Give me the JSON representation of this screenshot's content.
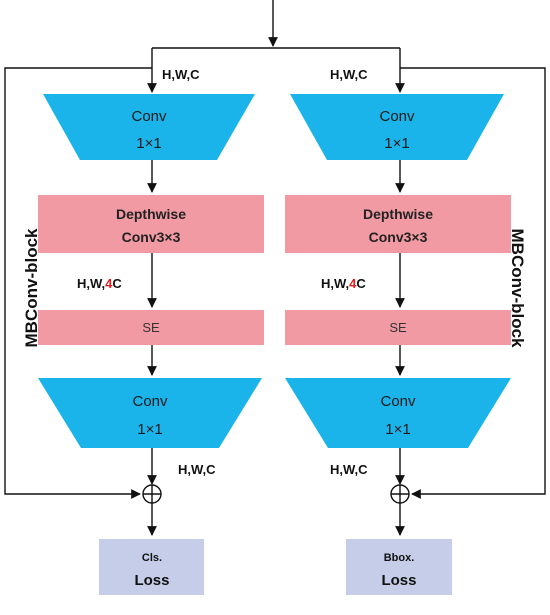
{
  "colors": {
    "conv": "#1ab3ea",
    "depthwise": "#f0b400",
    "se": "#f29aa3",
    "loss": "#c5cde8",
    "accent": "#e02020",
    "line": "#111111"
  },
  "diagram": {
    "block_label": "MBConv-block",
    "dims": {
      "in_label": "H,W,C",
      "mid_prefix": "H,W,",
      "mid_accent": "4",
      "mid_suffix": "C",
      "out_label": "H,W,C"
    },
    "conv_top": {
      "line1": "Conv",
      "line2": "1×1"
    },
    "depthwise": {
      "line1": "Depthwise",
      "line2": "Conv3×3"
    },
    "se_label": "SE",
    "conv_bottom": {
      "line1": "Conv",
      "line2": "1×1"
    },
    "add_symbol": "⊕",
    "cls_loss": {
      "line1": "Cls.",
      "line2": "Loss"
    },
    "bbox_loss": {
      "line1": "Bbox.",
      "line2": "Loss"
    }
  }
}
